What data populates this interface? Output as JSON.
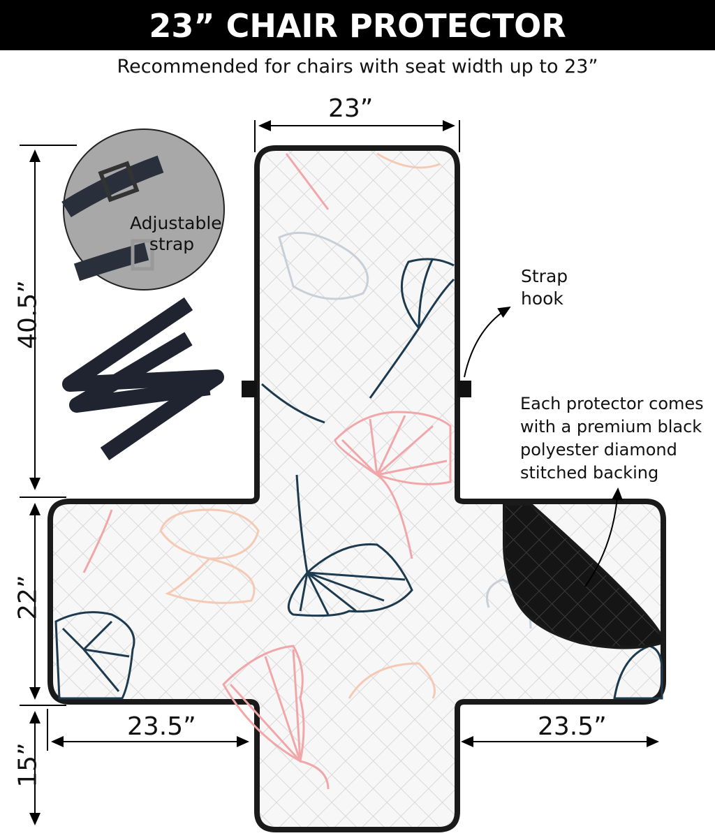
{
  "header": {
    "title": "23” CHAIR PROTECTOR"
  },
  "subtitle": "Recommended for chairs with seat width up to 23”",
  "dimensions": {
    "top_width": "23”",
    "back_height": "40.5”",
    "seat_depth": "22”",
    "front_height": "15”",
    "left_arm": "23.5”",
    "right_arm": "23.5”"
  },
  "callouts": {
    "strap_label": "Adjustable strap",
    "strap_line1": "Adjustable",
    "strap_line2": "strap",
    "hook_line1": "Strap",
    "hook_line2": "hook",
    "backing_lines": [
      "Each protector comes",
      "with a premium black",
      "polyester diamond",
      "stitched backing"
    ]
  },
  "colors": {
    "header_bg": "#000000",
    "navy_leaf": "#1d3a4f",
    "pink_leaf": "#f1a7aa",
    "peach_leaf": "#f5c9b4",
    "backing": "#111111"
  }
}
